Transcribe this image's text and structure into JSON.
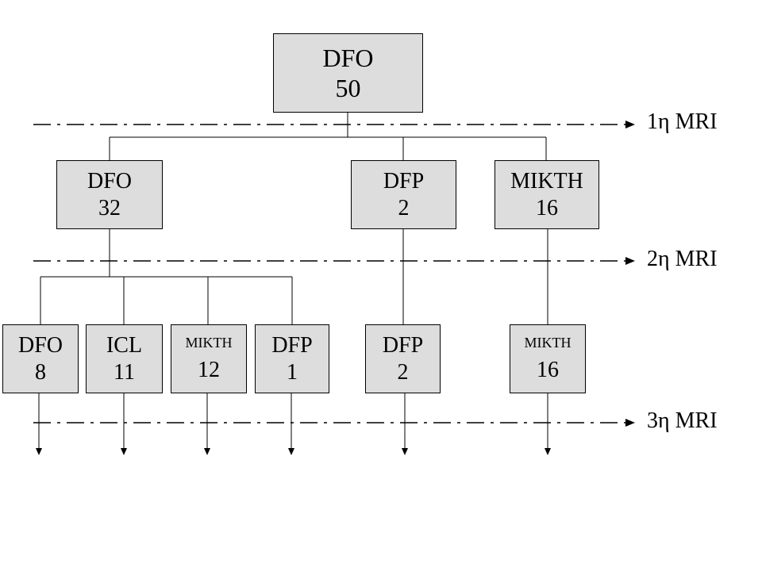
{
  "nodes": {
    "root": {
      "label": "DFO",
      "value": "50"
    },
    "l2_dfo": {
      "label": "DFO",
      "value": "32"
    },
    "l2_dfp": {
      "label": "DFP",
      "value": "2"
    },
    "l2_mikth": {
      "label": "MIKTH",
      "value": "16"
    },
    "l3_dfo": {
      "label": "DFO",
      "value": "8"
    },
    "l3_icl": {
      "label": "ICL",
      "value": "11"
    },
    "l3_mikth_a": {
      "label": "MIKTH",
      "value": "12"
    },
    "l3_dfp_a": {
      "label": "DFP",
      "value": "1"
    },
    "l3_dfp_b": {
      "label": "DFP",
      "value": "2"
    },
    "l3_mikth_b": {
      "label": "MIKTH",
      "value": "16"
    }
  },
  "levels": [
    "1η MRI",
    "2η MRI",
    "3η MRI"
  ],
  "colors": {
    "box_fill": "#dddddd",
    "line": "#000000",
    "background": "#ffffff"
  }
}
